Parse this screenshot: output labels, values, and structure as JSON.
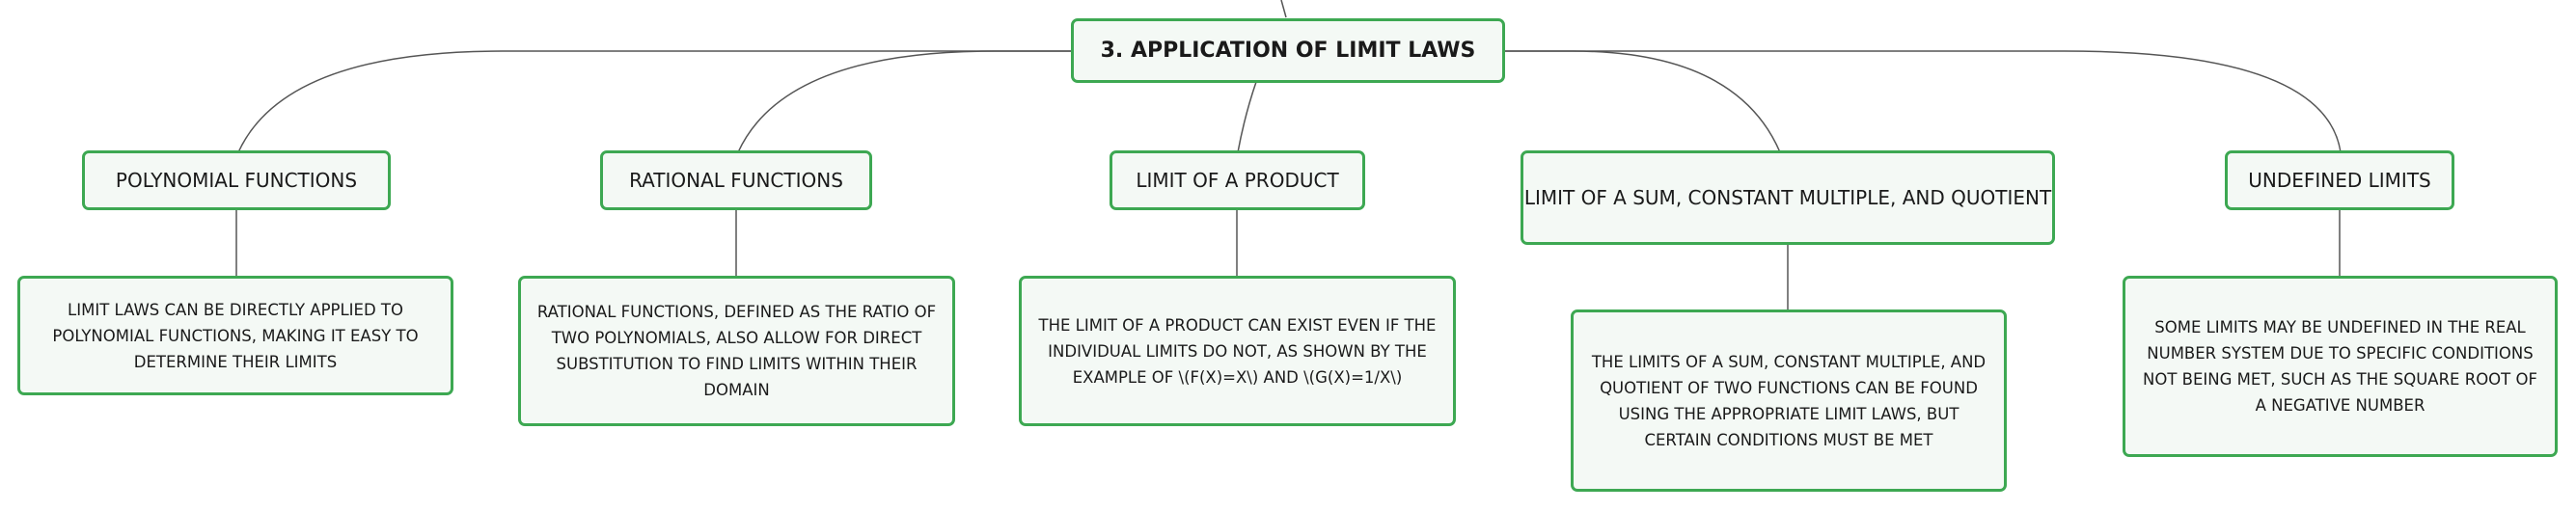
{
  "root": {
    "label": "3. APPLICATION OF LIMIT LAWS"
  },
  "topics": [
    {
      "label": "POLYNOMIAL FUNCTIONS",
      "detail": "LIMIT LAWS CAN BE DIRECTLY APPLIED TO POLYNOMIAL FUNCTIONS, MAKING IT EASY TO DETERMINE THEIR LIMITS"
    },
    {
      "label": "RATIONAL FUNCTIONS",
      "detail": "RATIONAL FUNCTIONS, DEFINED AS THE RATIO OF TWO POLYNOMIALS, ALSO ALLOW FOR DIRECT SUBSTITUTION TO FIND LIMITS WITHIN THEIR DOMAIN"
    },
    {
      "label": "LIMIT OF A PRODUCT",
      "detail": "THE LIMIT OF A PRODUCT CAN EXIST EVEN IF THE INDIVIDUAL LIMITS DO NOT, AS SHOWN BY THE EXAMPLE OF \\(F(X)=X\\) AND \\(G(X)=1/X\\)"
    },
    {
      "label": "LIMIT OF A SUM, CONSTANT MULTIPLE, AND QUOTIENT",
      "detail": "THE LIMITS OF A SUM, CONSTANT MULTIPLE, AND QUOTIENT OF TWO FUNCTIONS CAN BE FOUND USING THE APPROPRIATE LIMIT LAWS, BUT CERTAIN CONDITIONS MUST BE MET"
    },
    {
      "label": "UNDEFINED LIMITS",
      "detail": "SOME LIMITS MAY BE UNDEFINED IN THE REAL NUMBER SYSTEM DUE TO SPECIFIC CONDITIONS NOT BEING MET, SUCH AS THE SQUARE ROOT OF A NEGATIVE NUMBER"
    }
  ],
  "colors": {
    "node_border": "#3da852",
    "node_fill": "#f4f9f5",
    "connector": "#555555",
    "text": "#1a1a1a"
  }
}
